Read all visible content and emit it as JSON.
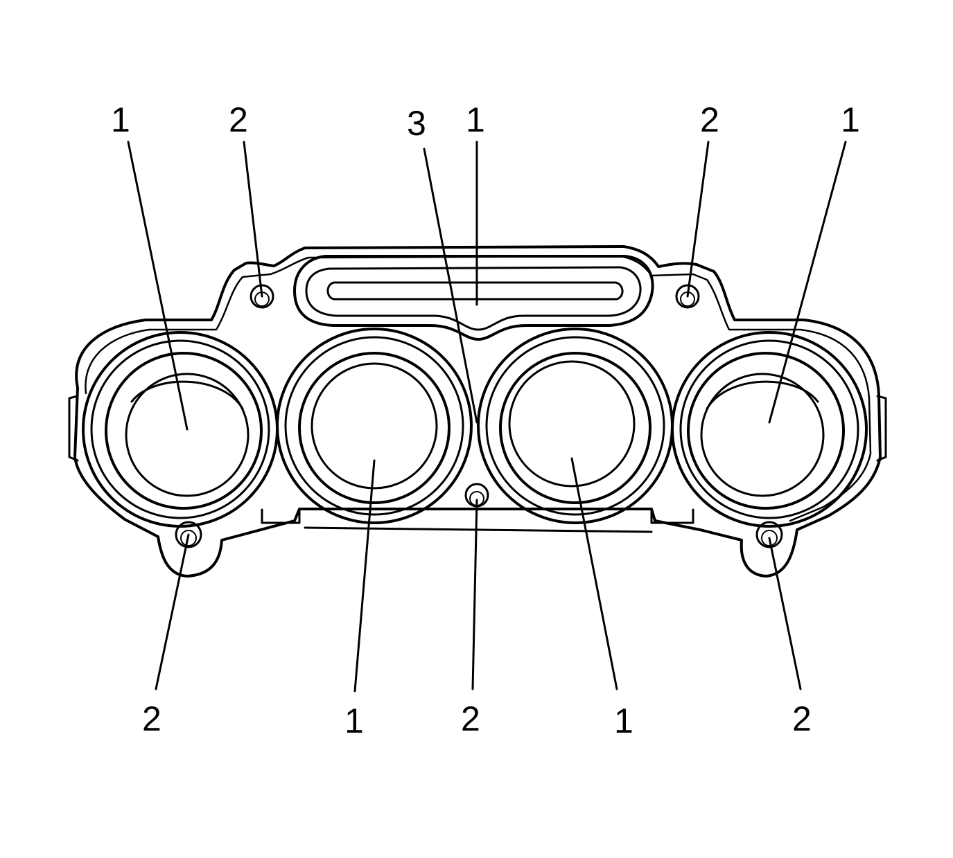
{
  "colors": {
    "ink": "#000000",
    "background": "#ffffff"
  },
  "callouts": [
    {
      "id": "c-top-1a",
      "text": "1"
    },
    {
      "id": "c-top-2a",
      "text": "2"
    },
    {
      "id": "c-top-3",
      "text": "3"
    },
    {
      "id": "c-top-1b",
      "text": "1"
    },
    {
      "id": "c-top-2b",
      "text": "2"
    },
    {
      "id": "c-top-1c",
      "text": "1"
    },
    {
      "id": "c-bot-2a",
      "text": "2"
    },
    {
      "id": "c-bot-1a",
      "text": "1"
    },
    {
      "id": "c-bot-2b",
      "text": "2"
    },
    {
      "id": "c-bot-1b",
      "text": "1"
    },
    {
      "id": "c-bot-2c",
      "text": "2"
    }
  ]
}
